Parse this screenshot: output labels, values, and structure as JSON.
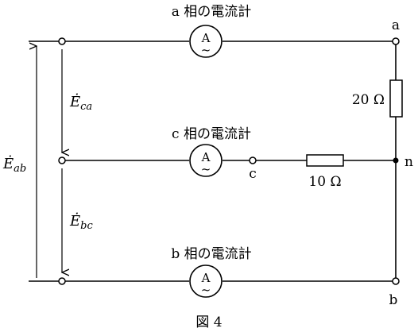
{
  "figure": {
    "caption": "図 4"
  },
  "ammeters": {
    "a": {
      "title": "a 相の電流計",
      "symbol": "A",
      "ac_symbol": "~"
    },
    "c": {
      "title": "c 相の電流計",
      "symbol": "A",
      "ac_symbol": "~"
    },
    "b": {
      "title": "b 相の電流計",
      "symbol": "A",
      "ac_symbol": "~"
    }
  },
  "nodes": {
    "a": "a",
    "b": "b",
    "c": "c",
    "n": "n"
  },
  "resistors": {
    "r20": "20 Ω",
    "r10": "10 Ω"
  },
  "voltages": {
    "Eab": {
      "base": "Ė",
      "sub": "ab"
    },
    "Eca": {
      "base": "Ė",
      "sub": "ca"
    },
    "Ebc": {
      "base": "Ė",
      "sub": "bc"
    }
  }
}
